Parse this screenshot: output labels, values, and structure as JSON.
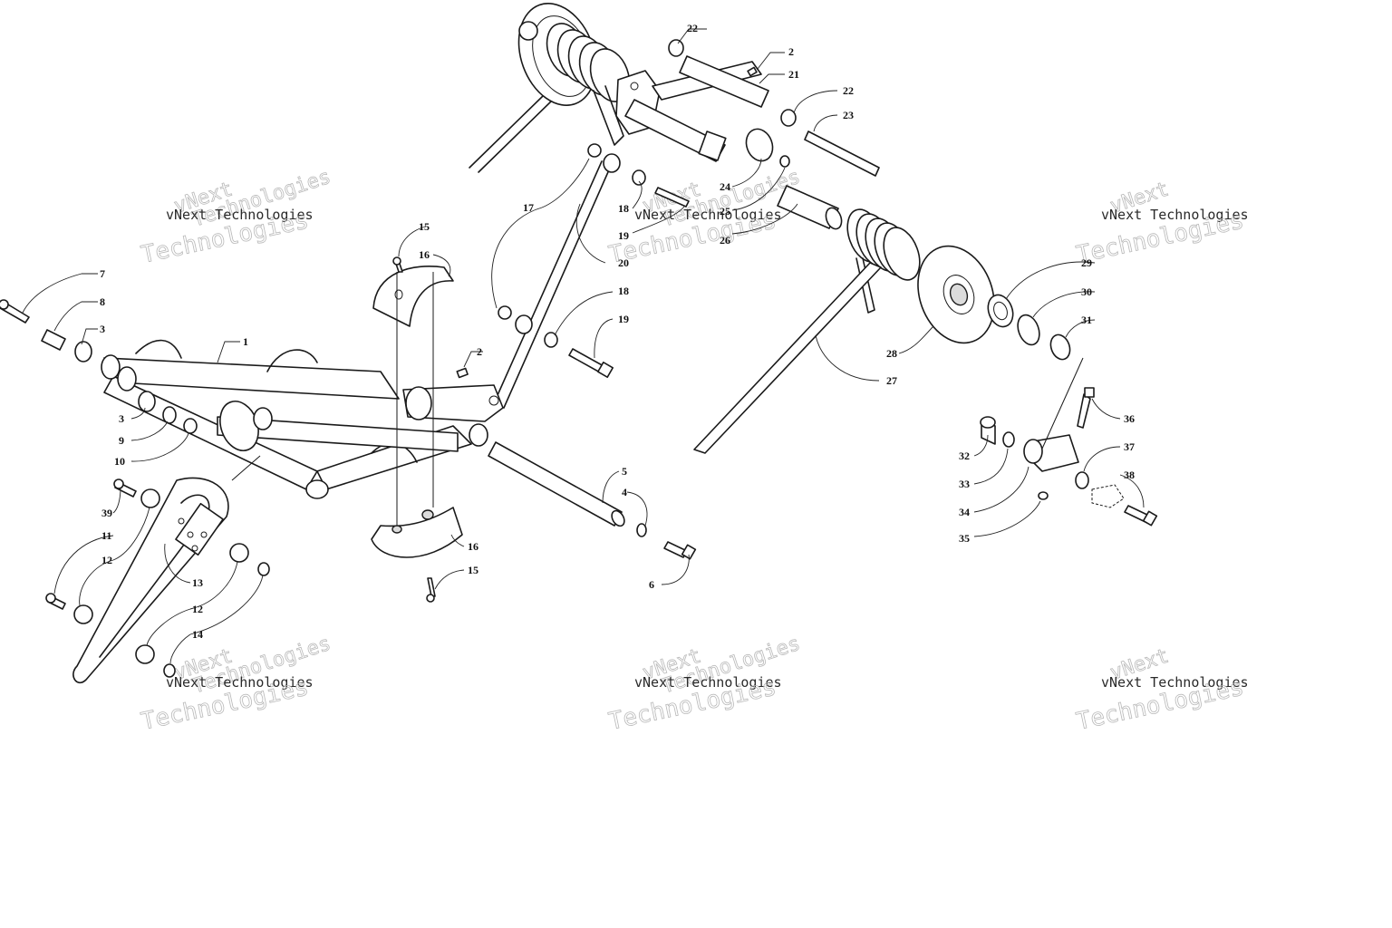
{
  "watermark": {
    "line1": "vNext Technologies",
    "line2": "Technologies",
    "line3": "vNext"
  },
  "callouts": {
    "c1": "1",
    "c2a": "2",
    "c2b": "2",
    "c3a": "3",
    "c3b": "3",
    "c4": "4",
    "c5": "5",
    "c6": "6",
    "c7": "7",
    "c8": "8",
    "c9": "9",
    "c10": "10",
    "c11": "11",
    "c12a": "12",
    "c12b": "12",
    "c13": "13",
    "c14": "14",
    "c15a": "15",
    "c15b": "15",
    "c16a": "16",
    "c16b": "16",
    "c17": "17",
    "c18a": "18",
    "c18b": "18",
    "c19a": "19",
    "c19b": "19",
    "c20": "20",
    "c21": "21",
    "c22a": "22",
    "c22b": "22",
    "c23": "23",
    "c24": "24",
    "c25": "25",
    "c26": "26",
    "c27": "27",
    "c28": "28",
    "c29": "29",
    "c30": "30",
    "c31": "31",
    "c32": "32",
    "c33": "33",
    "c34": "34",
    "c35": "35",
    "c36": "36",
    "c37": "37",
    "c38": "38",
    "c39": "39"
  }
}
